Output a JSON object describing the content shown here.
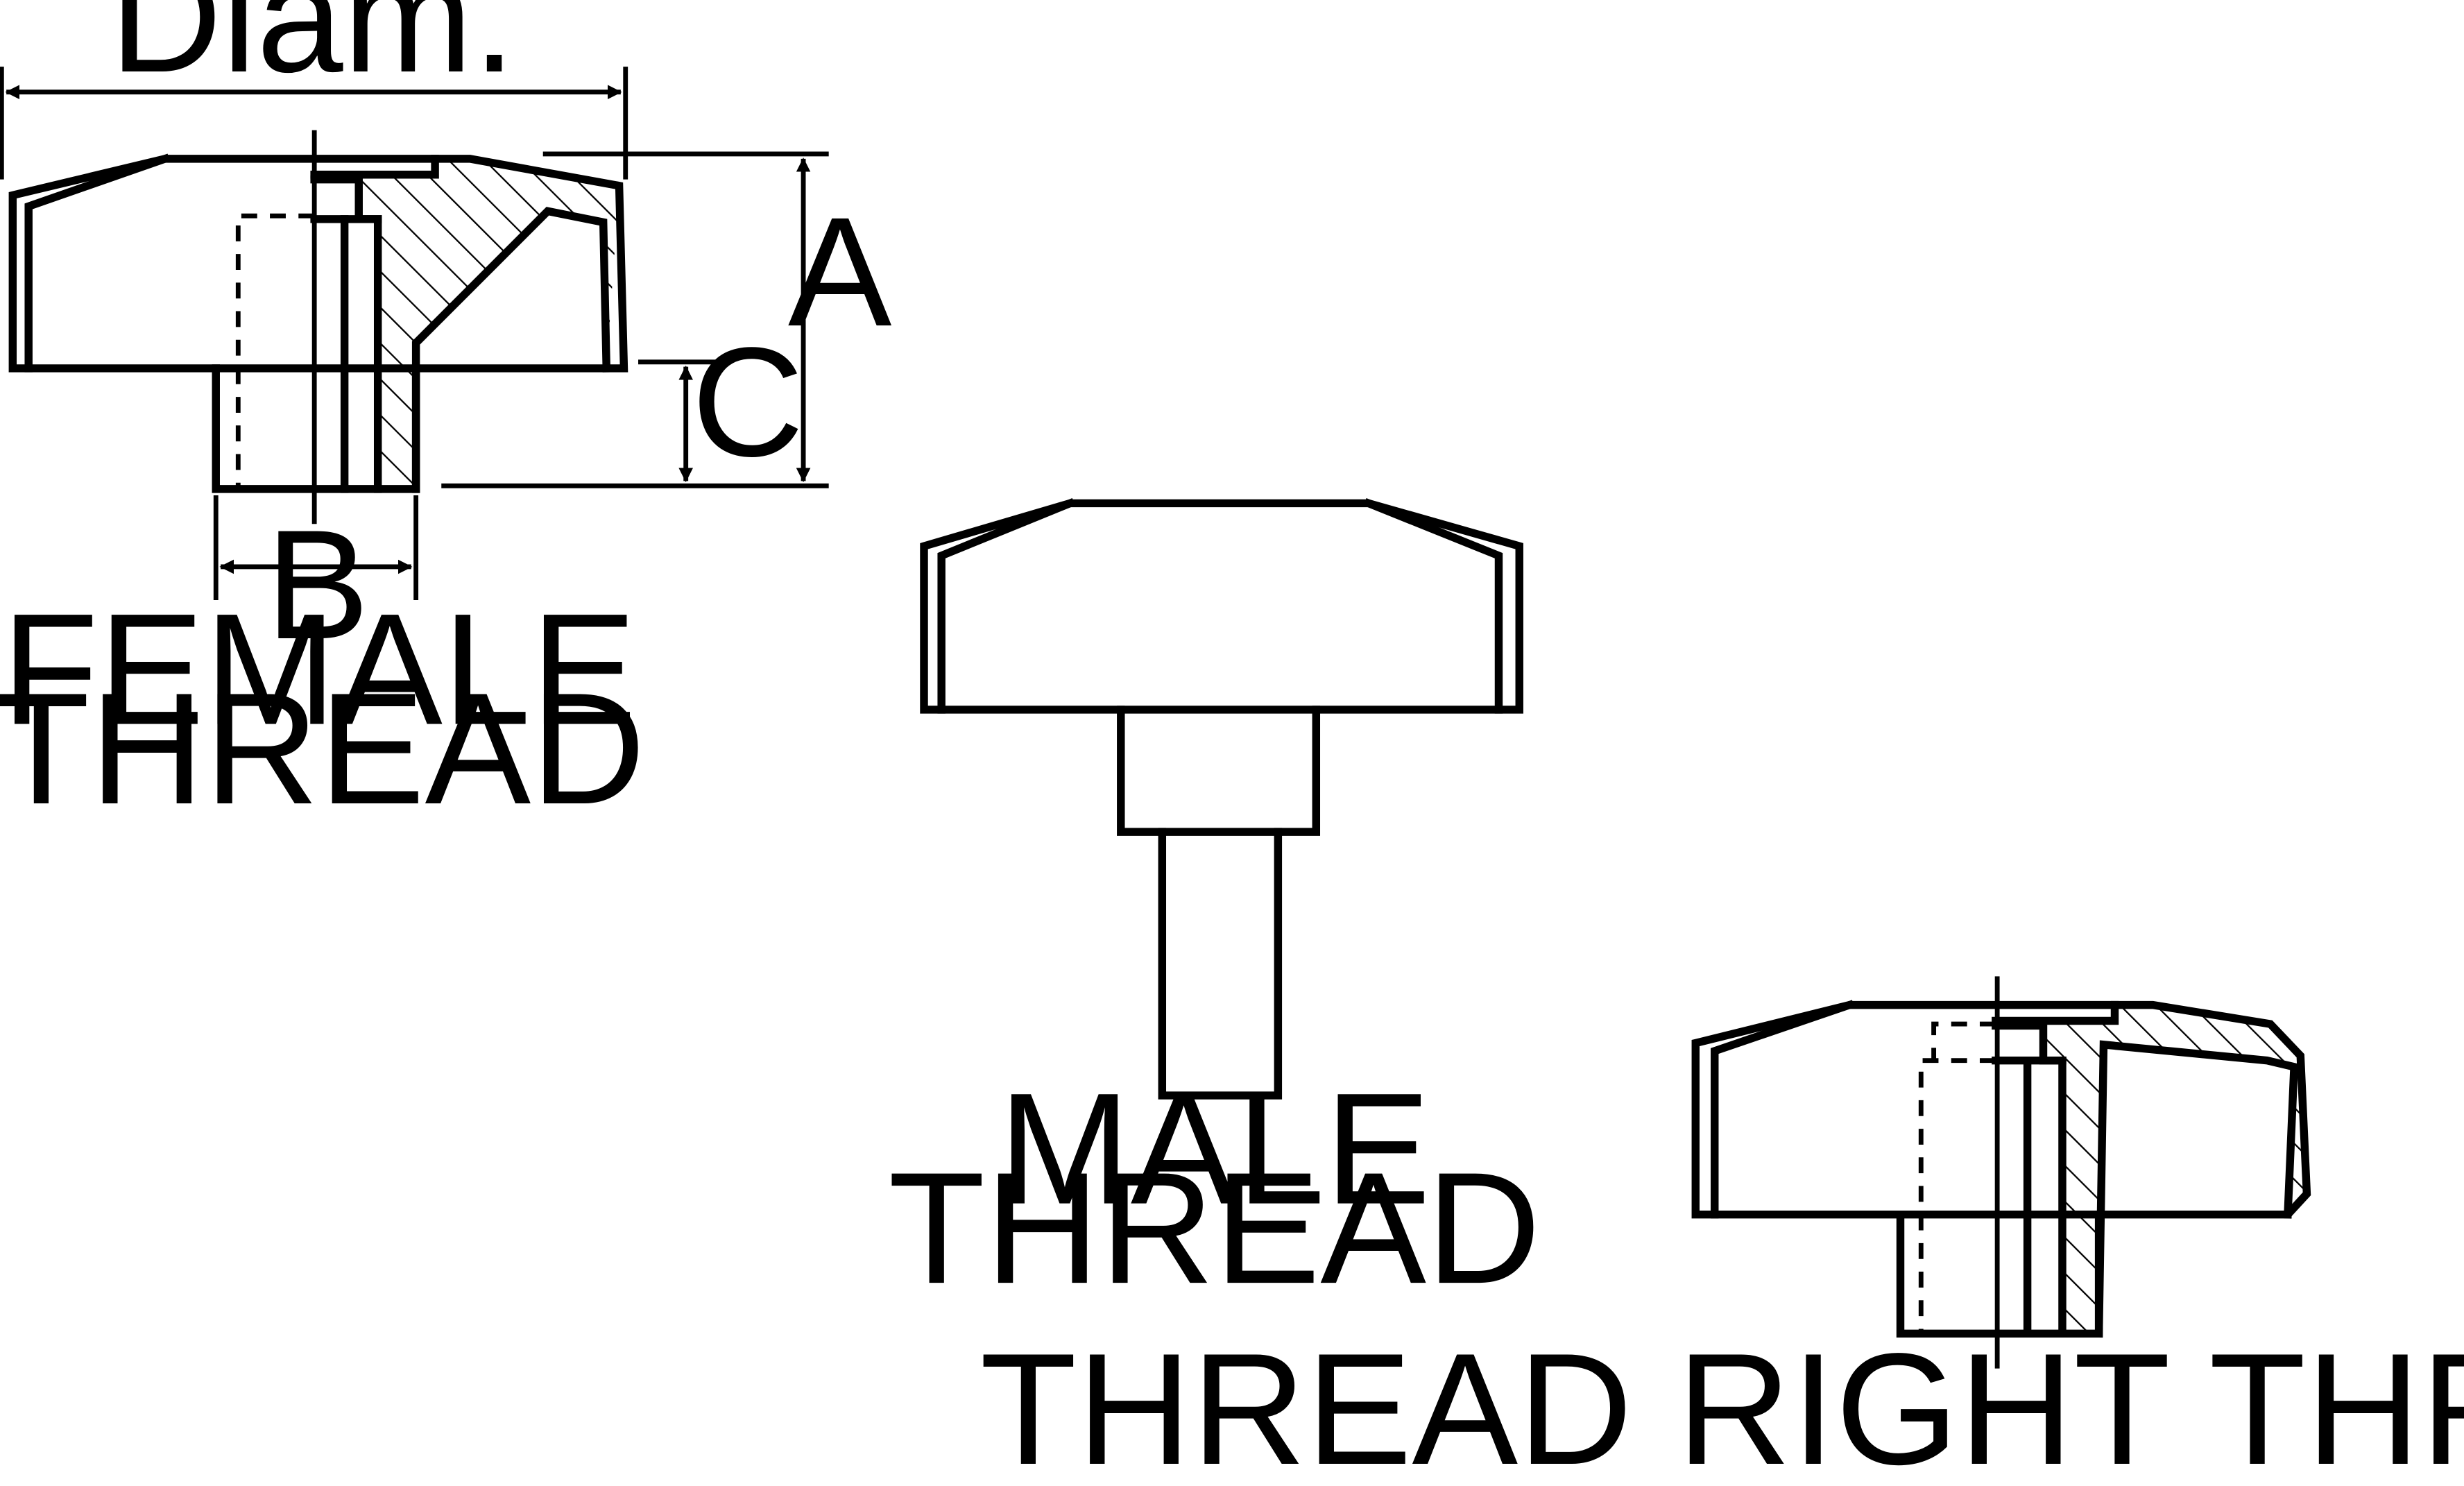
{
  "dimensions": {
    "diam": "Diam.",
    "a": "A",
    "b": "B",
    "c": "C"
  },
  "captions": {
    "female_line1": "FEMALE",
    "female_line2": "THREAD",
    "male_line1": "MALE",
    "male_line2": "THREAD",
    "through": "THREAD RIGHT THROUGH"
  },
  "colors": {
    "ink": "#000000",
    "background": "#ffffff"
  }
}
